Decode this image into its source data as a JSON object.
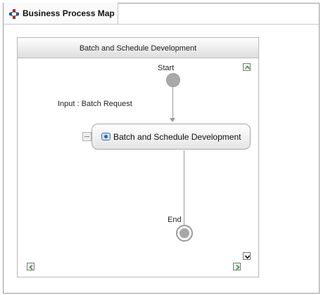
{
  "tab": {
    "title": "Business Process Map"
  },
  "panel": {
    "title": "Batch and Schedule Development"
  },
  "diagram": {
    "start_label": "Start",
    "input_label": "Input : Batch Request",
    "activity_label": "Batch and Schedule Development",
    "end_label": "End"
  },
  "colors": {
    "nav_arrow_green": "#2c9a2c",
    "node_gray": "#a9a9a9",
    "activity_icon_blue": "#2e5fa8"
  },
  "icons": {
    "tab": "process-map-icon",
    "activity": "activity-icon",
    "nav_up": "arrow-up-icon",
    "nav_down": "arrow-down-icon",
    "nav_left": "arrow-left-icon",
    "nav_right": "arrow-right-icon",
    "collapse": "collapse-toggle-icon"
  }
}
